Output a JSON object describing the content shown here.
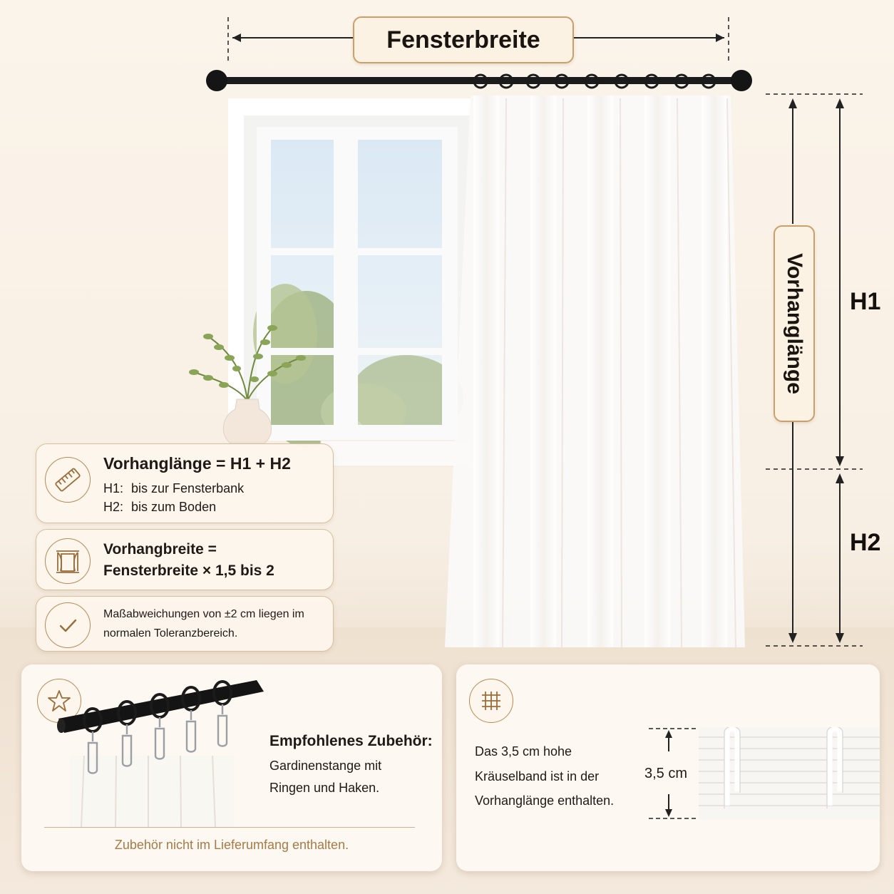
{
  "dimension_labels": {
    "window_width": "Fensterbreite",
    "curtain_length": "Vorhanglänge",
    "h1": "H1",
    "h2": "H2"
  },
  "cards": {
    "length": {
      "icon": "ruler-icon",
      "title": "Vorhanglänge = H1 + H2",
      "line1_key": "H1:",
      "line1_value": "bis zur Fensterbank",
      "line2_key": "H2:",
      "line2_value": "bis zum Boden"
    },
    "width": {
      "icon": "window-curtain-icon",
      "line1": "Vorhangbreite =",
      "line2": "Fensterbreite × 1,5 bis 2"
    },
    "tolerance": {
      "icon": "check-icon",
      "line1": "Maßabweichungen von ±2 cm liegen im",
      "line2": "normalen Toleranzbereich."
    }
  },
  "accessory": {
    "icon": "star-icon",
    "title": "Empfohlenes Zubehör:",
    "line1": "Gardinenstange mit",
    "line2": "Ringen und Haken.",
    "footer": "Zubehör nicht im Lieferumfang enthalten."
  },
  "tape": {
    "icon": "grid-tape-icon",
    "line1": "Das 3,5 cm hohe",
    "line2": "Kräuselband ist in der",
    "line3": "Vorhanglänge enthalten.",
    "measure": "3,5 cm"
  },
  "colors": {
    "accent": "#c9a06b",
    "rod": "#1b1b1b",
    "background": "#f8efe4",
    "footer_text": "#a87a45"
  }
}
